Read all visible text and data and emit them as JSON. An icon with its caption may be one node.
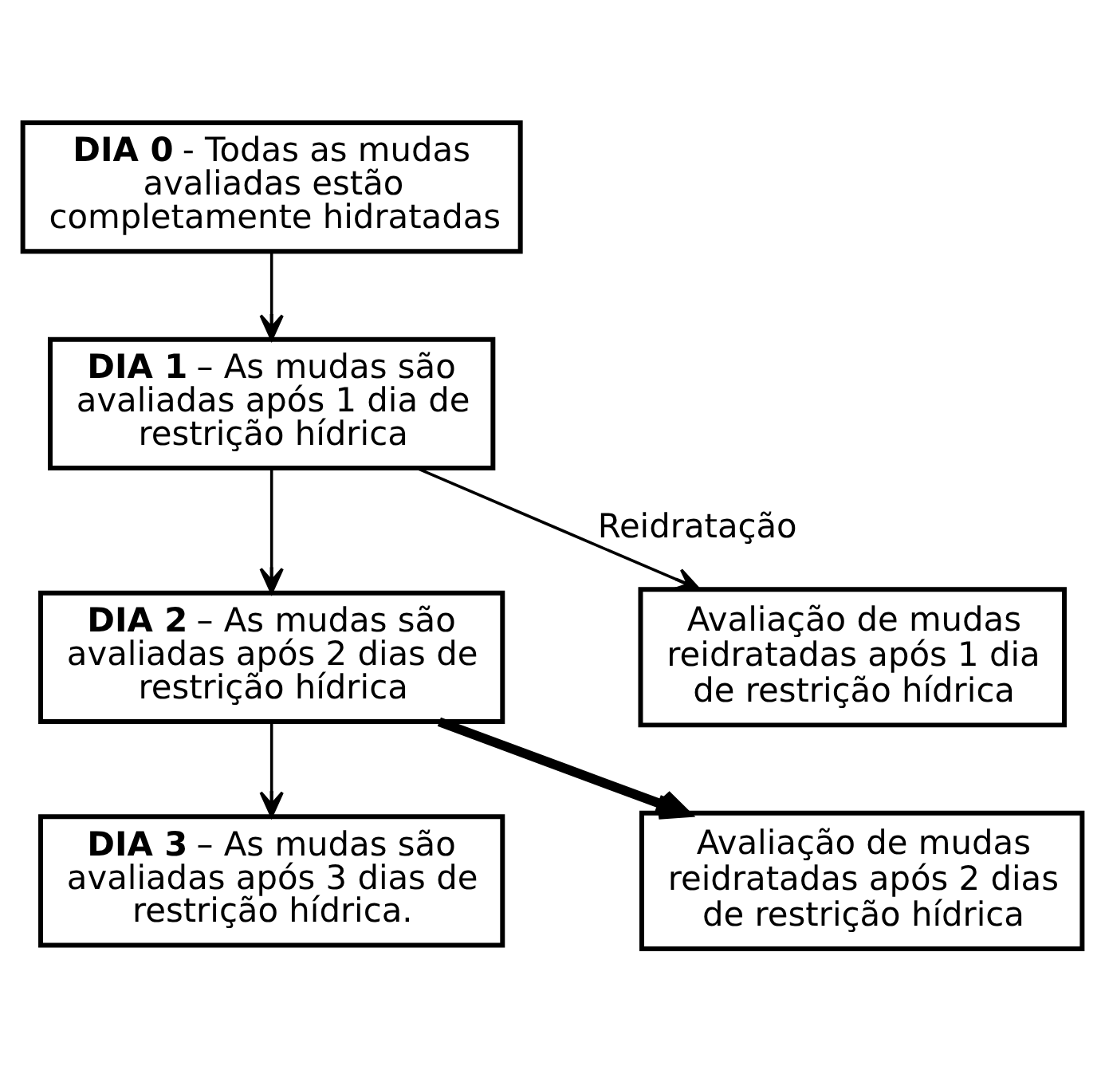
{
  "diagram": {
    "nodes": [
      {
        "text": [
          "**DIA 0** - Todas as mudas avaliadas estão completamente hidratadas"
        ]
      },
      {
        "text": [
          "**DIA 1** – As mudas são avaliadas após 1 dia de restrição hídrica"
        ]
      },
      {
        "text": [
          "**DIA 2** – As mudas são avaliadas após 2 dias de restrição hídrica"
        ]
      },
      {
        "text": [
          "**DIA 3** – As mudas são avaliadas após 3 dias de restrição hídrica."
        ]
      },
      {
        "text": [
          "Avaliação de mudas reidratadas após 1 dia de restrição hídrica"
        ]
      },
      {
        "text": [
          "Avaliação de mudas reidratadas após 2 dias de restrição hídrica"
        ]
      }
    ],
    "edges": [
      {
        "from": 0,
        "to": 1,
        "arrow": "to"
      },
      {
        "from": 1,
        "to": 2,
        "arrow": "to"
      },
      {
        "from": 2,
        "to": 3,
        "arrow": "to"
      },
      {
        "from": 1,
        "to": 4,
        "arrow": "to",
        "label": "Reidratação"
      },
      {
        "from": 2,
        "to": 5,
        "arrow": "to",
        "style": "thick"
      }
    ]
  }
}
